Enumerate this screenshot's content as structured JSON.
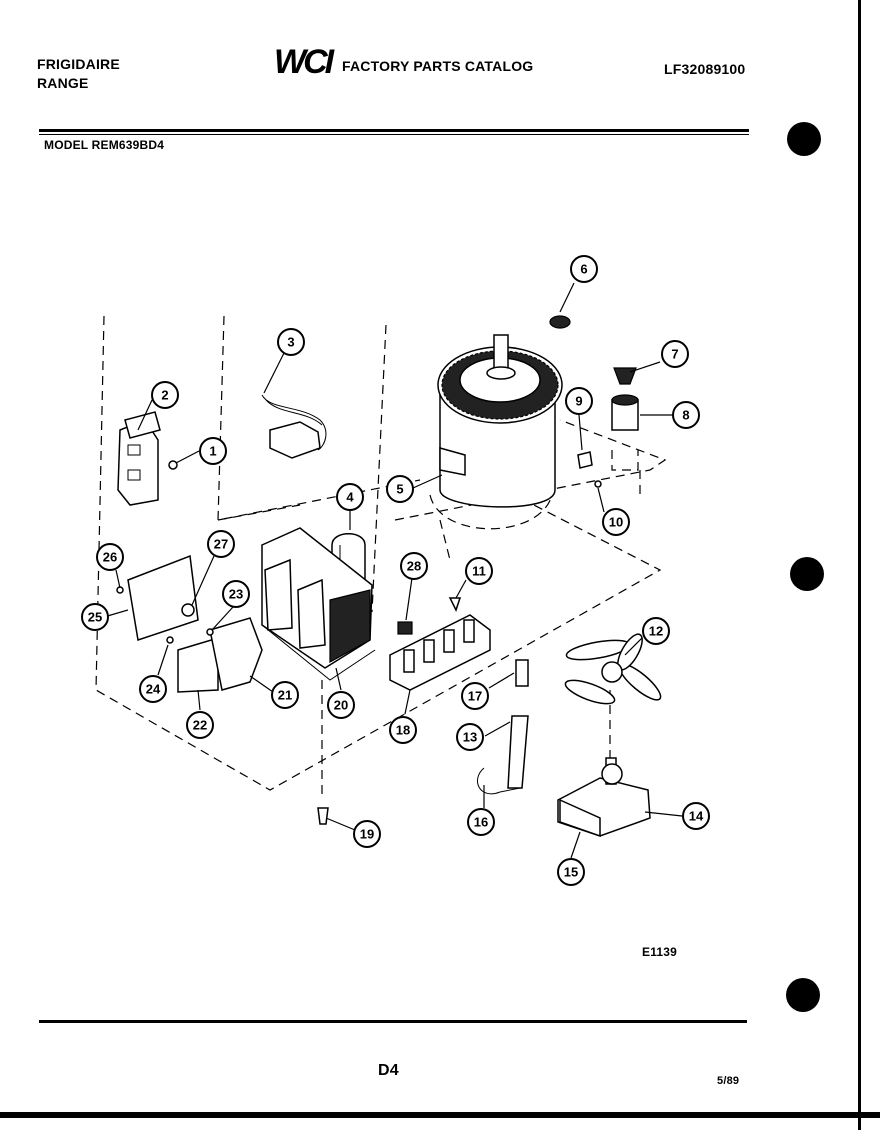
{
  "header": {
    "brand_line1": "FRIGIDAIRE",
    "brand_line2": "RANGE",
    "catalog_logo": "WCI",
    "catalog_title": "FACTORY PARTS CATALOG",
    "catalog_number": "LF32089100"
  },
  "model": "MODEL REM639BD4",
  "diagram": {
    "callouts": [
      "1",
      "2",
      "3",
      "4",
      "5",
      "6",
      "7",
      "8",
      "9",
      "10",
      "11",
      "12",
      "13",
      "14",
      "15",
      "16",
      "17",
      "18",
      "19",
      "20",
      "21",
      "22",
      "23",
      "24",
      "25",
      "26",
      "27",
      "28"
    ]
  },
  "footer": {
    "diagram_id": "E1139",
    "page_code": "D4",
    "date_code": "5/89"
  }
}
